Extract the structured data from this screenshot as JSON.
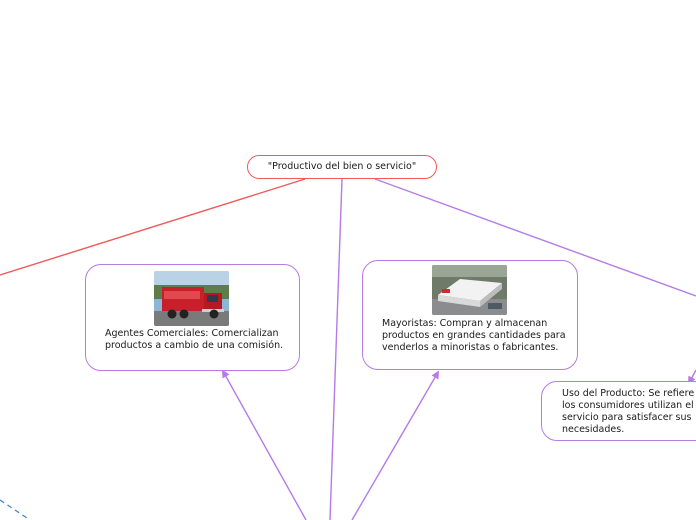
{
  "root": {
    "label": "\"Productivo del bien o servicio\""
  },
  "nodes": {
    "agentes": {
      "label": "Agentes Comerciales: Comercializan productos a cambio de una comisión."
    },
    "mayoristas": {
      "label": "Mayoristas: Compran y almacenan productos en grandes cantidades para venderlos a minoristas o fabricantes."
    },
    "uso": {
      "label": "Uso del Producto: Se refiere a cómo los consumidores utilizan el bien o servicio para satisfacer sus necesidades."
    }
  },
  "colors": {
    "root_border": "#ef5a5a",
    "child_border": "#b57be6",
    "red_line": "#ef5a5a",
    "purple_line": "#b57be6",
    "dashed_line": "#3a7fd0"
  }
}
